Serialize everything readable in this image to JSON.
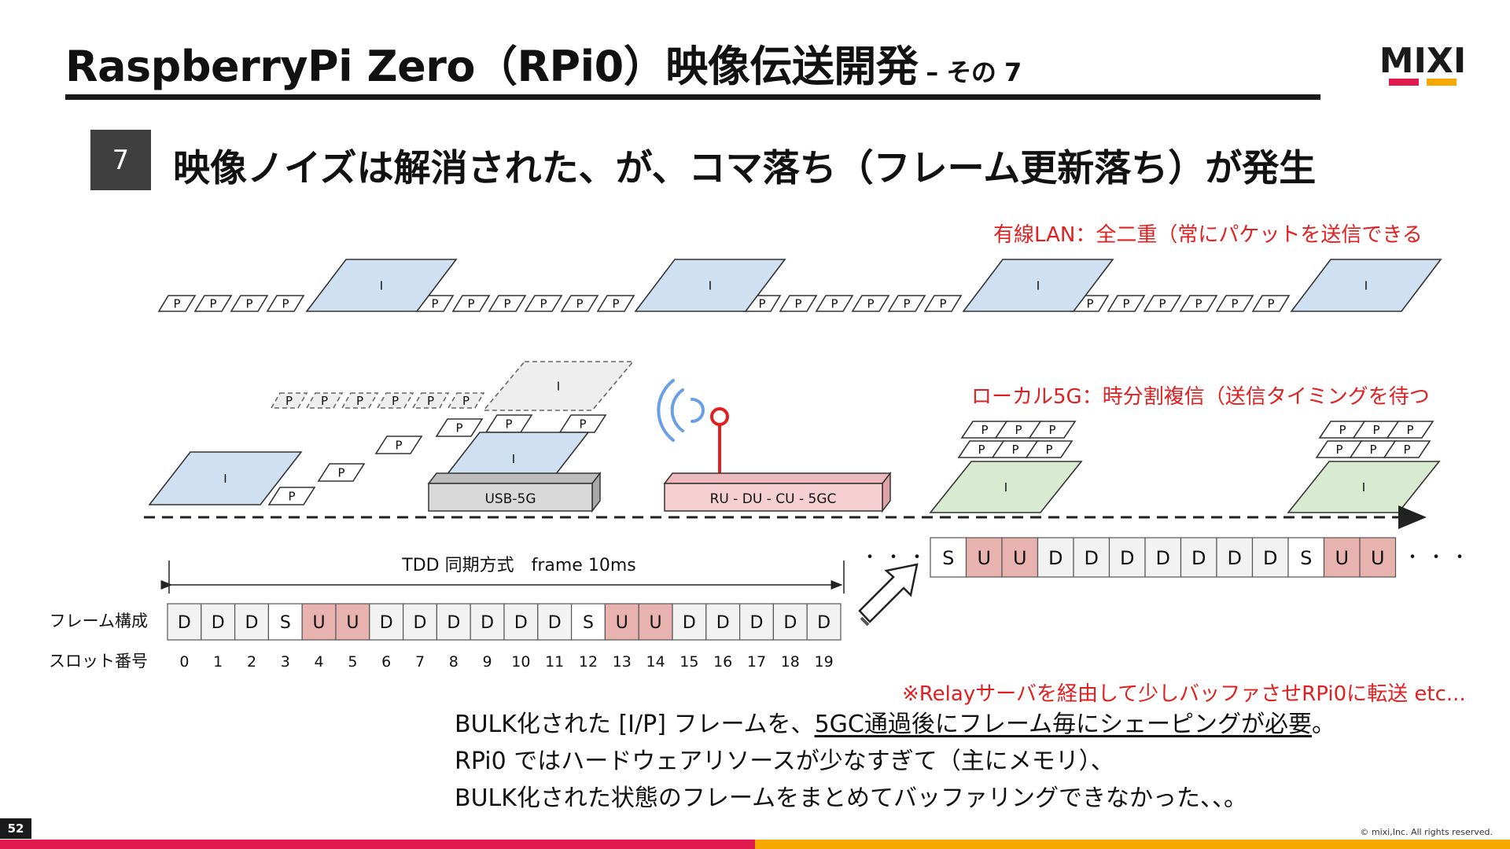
{
  "title": {
    "main": "RaspberryPi Zero（RPi0）映像伝送開発",
    "sub": "– その 7"
  },
  "logo": {
    "text": "MIXI",
    "colors": [
      "#e0194f",
      "#f5a800"
    ]
  },
  "section": {
    "number": "7",
    "heading": "映像ノイズは解消された、が、コマ落ち（フレーム更新落ち）が発生"
  },
  "notes": {
    "wired": "有線LAN：全二重（常にパケットを送信できる",
    "local5g": "ローカル5G：時分割複信（送信タイミングを待つ",
    "relay": "※Relayサーバを経由して少しバッファさせRPi0に転送 etc..."
  },
  "diagram": {
    "i_label": "I",
    "p_label": "P",
    "usb_label": "USB-5G",
    "ran_label": "RU - DU - CU - 5GC",
    "tdd_label": "TDD 同期方式　frame 10ms",
    "frame_row_label": "フレーム構成",
    "slot_row_label": "スロット番号",
    "frame_slots": [
      "D",
      "D",
      "D",
      "S",
      "U",
      "U",
      "D",
      "D",
      "D",
      "D",
      "D",
      "D",
      "S",
      "U",
      "U",
      "D",
      "D",
      "D",
      "D",
      "D"
    ],
    "slot_numbers": [
      "0",
      "1",
      "2",
      "3",
      "4",
      "5",
      "6",
      "7",
      "8",
      "9",
      "10",
      "11",
      "12",
      "13",
      "14",
      "15",
      "16",
      "17",
      "18",
      "19"
    ],
    "zoom_slots": [
      "S",
      "U",
      "U",
      "D",
      "D",
      "D",
      "D",
      "D",
      "D",
      "D",
      "S",
      "U",
      "U"
    ],
    "ellipsis": "・・・",
    "colors": {
      "iframe_blue": "#cfe0f3",
      "iframe_green": "#d8ebd0",
      "uplink": "#e8b3ae",
      "downlink": "#f2f2f2",
      "ran_box": "#f6cfd2",
      "usb_box": "#d9d9d9",
      "accent_red": "#e02020"
    }
  },
  "body": {
    "line1_pre": "BULK化された [I/P] フレームを、",
    "line1_underline": "5GC通過後にフレーム毎にシェーピングが必要",
    "line1_post": "。",
    "line2": "RPi0 ではハードウェアリソースが少なすぎて（主にメモリ）、",
    "line3": "BULK化された状態のフレームをまとめてバッファリングできなかった、、。"
  },
  "footer": {
    "page": "52",
    "copyright": "© mixi,Inc. All rights reserved."
  }
}
